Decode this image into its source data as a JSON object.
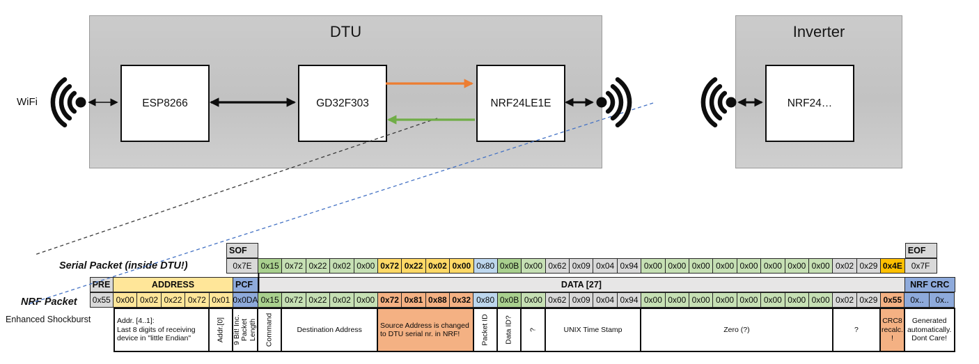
{
  "colors": {
    "gray": "#D9D9D9",
    "lightgray": "#E7E6E6",
    "yellow": "#FFE699",
    "gold": "#FFD966",
    "golddark": "#FFC000",
    "salmon": "#F4B183",
    "green": "#A9D08E",
    "lightgreen": "#C6E0B4",
    "blue": "#8EAADB",
    "lightblue": "#BDD7EE",
    "white": "#FFFFFF",
    "orange_arrow": "#ED7D31",
    "green_arrow": "#70AD47",
    "blue_dash": "#4472C4"
  },
  "icons": {
    "left": "wifi-signal-icon",
    "dtu_right": "radio-signal-icon",
    "inverter": "radio-signal-icon"
  },
  "diagram": {
    "wifi_label": "WiFi",
    "dtu": {
      "title": "DTU",
      "nodes": [
        {
          "label": "ESP8266"
        },
        {
          "label": "GD32F303"
        },
        {
          "label": "NRF24LE1E"
        }
      ]
    },
    "inverter": {
      "title": "Inverter",
      "nodes": [
        {
          "label": "NRF24…"
        }
      ]
    }
  },
  "serial_packet": {
    "label": "Serial Packet (inside DTU!)",
    "sof_header": "SOF",
    "sof_value": "0x7E",
    "eof_header": "EOF",
    "eof_value": "0x7F",
    "data": [
      {
        "v": "0x15",
        "c": "green"
      },
      {
        "v": "0x72",
        "c": "lightgreen"
      },
      {
        "v": "0x22",
        "c": "lightgreen"
      },
      {
        "v": "0x02",
        "c": "lightgreen"
      },
      {
        "v": "0x00",
        "c": "lightgreen"
      },
      {
        "v": "0x72",
        "c": "gold",
        "b": true
      },
      {
        "v": "0x22",
        "c": "gold",
        "b": true
      },
      {
        "v": "0x02",
        "c": "gold",
        "b": true
      },
      {
        "v": "0x00",
        "c": "gold",
        "b": true
      },
      {
        "v": "0x80",
        "c": "lightblue"
      },
      {
        "v": "0x0B",
        "c": "green"
      },
      {
        "v": "0x00",
        "c": "lightgreen"
      },
      {
        "v": "0x62",
        "c": "gray"
      },
      {
        "v": "0x09",
        "c": "gray"
      },
      {
        "v": "0x04",
        "c": "gray"
      },
      {
        "v": "0x94",
        "c": "gray"
      },
      {
        "v": "0x00",
        "c": "lightgreen"
      },
      {
        "v": "0x00",
        "c": "lightgreen"
      },
      {
        "v": "0x00",
        "c": "lightgreen"
      },
      {
        "v": "0x00",
        "c": "lightgreen"
      },
      {
        "v": "0x00",
        "c": "lightgreen"
      },
      {
        "v": "0x00",
        "c": "lightgreen"
      },
      {
        "v": "0x00",
        "c": "lightgreen"
      },
      {
        "v": "0x00",
        "c": "lightgreen"
      },
      {
        "v": "0x02",
        "c": "gray"
      },
      {
        "v": "0x29",
        "c": "gray"
      },
      {
        "v": "0x4E",
        "c": "golddark",
        "b": true
      }
    ]
  },
  "nrf_packet": {
    "label": "NRF Packet",
    "sublabel": "Enhanced Shockburst",
    "headers": [
      {
        "label": "PRE",
        "span": 1,
        "c": "gray"
      },
      {
        "label": "ADDRESS",
        "span": 5,
        "c": "yellow"
      },
      {
        "label": "PCF",
        "span": 1,
        "c": "blue"
      },
      {
        "label": "DATA [27]",
        "span": 27,
        "c": "lightgray"
      },
      {
        "label": "NRF CRC",
        "span": 2,
        "c": "blue"
      }
    ],
    "values": [
      {
        "v": "0x55",
        "c": "gray"
      },
      {
        "v": "0x00",
        "c": "yellow"
      },
      {
        "v": "0x02",
        "c": "yellow"
      },
      {
        "v": "0x22",
        "c": "yellow"
      },
      {
        "v": "0x72",
        "c": "yellow"
      },
      {
        "v": "0x01",
        "c": "yellow"
      },
      {
        "v": "0x0DA",
        "c": "blue"
      },
      {
        "v": "0x15",
        "c": "green"
      },
      {
        "v": "0x72",
        "c": "lightgreen"
      },
      {
        "v": "0x22",
        "c": "lightgreen"
      },
      {
        "v": "0x02",
        "c": "lightgreen"
      },
      {
        "v": "0x00",
        "c": "lightgreen"
      },
      {
        "v": "0x72",
        "c": "salmon",
        "b": true
      },
      {
        "v": "0x81",
        "c": "salmon",
        "b": true
      },
      {
        "v": "0x88",
        "c": "salmon",
        "b": true
      },
      {
        "v": "0x32",
        "c": "salmon",
        "b": true
      },
      {
        "v": "0x80",
        "c": "lightblue"
      },
      {
        "v": "0x0B",
        "c": "green"
      },
      {
        "v": "0x00",
        "c": "lightgreen"
      },
      {
        "v": "0x62",
        "c": "gray"
      },
      {
        "v": "0x09",
        "c": "gray"
      },
      {
        "v": "0x04",
        "c": "gray"
      },
      {
        "v": "0x94",
        "c": "gray"
      },
      {
        "v": "0x00",
        "c": "lightgreen"
      },
      {
        "v": "0x00",
        "c": "lightgreen"
      },
      {
        "v": "0x00",
        "c": "lightgreen"
      },
      {
        "v": "0x00",
        "c": "lightgreen"
      },
      {
        "v": "0x00",
        "c": "lightgreen"
      },
      {
        "v": "0x00",
        "c": "lightgreen"
      },
      {
        "v": "0x00",
        "c": "lightgreen"
      },
      {
        "v": "0x00",
        "c": "lightgreen"
      },
      {
        "v": "0x02",
        "c": "gray"
      },
      {
        "v": "0x29",
        "c": "gray"
      },
      {
        "v": "0x55",
        "c": "salmon",
        "b": true
      },
      {
        "v": "0x..",
        "c": "blue"
      },
      {
        "v": "0x..",
        "c": "blue"
      }
    ],
    "annotations": [
      {
        "t": "Addr. [4..1]:\nLast 8 digits of receiving device in \"little Endian\"",
        "span": 4,
        "align": "left"
      },
      {
        "t": "Addr.[0]",
        "span": 1,
        "vertical": true
      },
      {
        "t": "9 Bit! Inc. Packet Length",
        "span": 1,
        "vertical": true
      },
      {
        "t": "Command",
        "span": 1,
        "vertical": true
      },
      {
        "t": "Destination Address",
        "span": 4,
        "align": "center"
      },
      {
        "t": "Source Address is changed to DTU serial nr. in NRF!",
        "span": 4,
        "c": "salmon",
        "align": "left"
      },
      {
        "t": "Packet ID",
        "span": 1,
        "vertical": true
      },
      {
        "t": "Data ID?",
        "span": 1,
        "vertical": true
      },
      {
        "t": "?",
        "span": 1,
        "vertical": true
      },
      {
        "t": "UNIX Time Stamp",
        "span": 4,
        "align": "center"
      },
      {
        "t": "Zero (?)",
        "span": 8,
        "align": "center"
      },
      {
        "t": "?",
        "span": 2,
        "align": "center"
      },
      {
        "t": "CRC8 recalc. !",
        "span": 1,
        "c": "salmon",
        "align": "center"
      },
      {
        "t": "Generated automatically. Dont Care!",
        "span": 2,
        "align": "center"
      }
    ]
  }
}
